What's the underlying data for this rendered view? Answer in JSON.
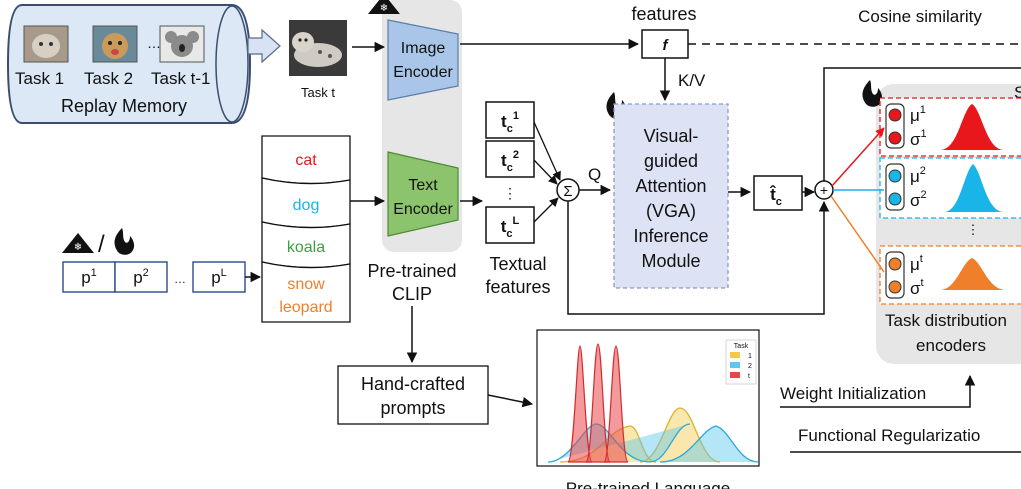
{
  "colors": {
    "memory_fill": "#dce8f6",
    "memory_stroke": "#3c4e6e",
    "image_encoder": "#a9c6e8",
    "text_encoder": "#8cc46d",
    "clip_panel": "#e6e6e6",
    "vga_fill": "#dde2f4",
    "dist_panel": "#e6e6e6",
    "task1": "#e8171b",
    "task2": "#19b4e8",
    "taskt": "#ef7f2a",
    "koala": "#3f9e3f",
    "pre_yellow": "#f2c94c",
    "pre_blue": "#5cc8ee",
    "pre_red": "#e8474a"
  },
  "icons": {
    "freeze": "snowflake-triangle-icon",
    "train": "flame-icon"
  },
  "replay_memory": {
    "tasks": [
      "Task 1",
      "Task 2",
      "Task t-1"
    ],
    "ellipsis": "…",
    "title": "Replay Memory"
  },
  "current_task": {
    "label": "Task t"
  },
  "clip": {
    "image_encoder": [
      "Image",
      "Encoder"
    ],
    "text_encoder": [
      "Text",
      "Encoder"
    ],
    "label": [
      "Pre-trained",
      "CLIP"
    ]
  },
  "class_names": [
    {
      "text": "cat",
      "color": "#e8171b"
    },
    {
      "text": "dog",
      "color": "#19b4e8"
    },
    {
      "text": "koala",
      "color": "#3f9e3f"
    },
    {
      "text": "snow",
      "color": "#ef7f2a"
    },
    {
      "text": "leopard",
      "color": "#ef7f2a"
    }
  ],
  "prompts": {
    "cells": [
      "p",
      "p",
      "p"
    ],
    "sups": [
      "1",
      "2",
      "L"
    ],
    "ellipsis": "…",
    "slash": "/"
  },
  "textual": {
    "tokens": [
      {
        "base": "t",
        "sub": "c",
        "sup": "1"
      },
      {
        "base": "t",
        "sub": "c",
        "sup": "2"
      },
      {
        "base": "t",
        "sub": "c",
        "sup": "L"
      }
    ],
    "vdots": "⋮",
    "label": [
      "Textual",
      "features"
    ]
  },
  "image_features": {
    "label": "features",
    "symbol": "f"
  },
  "cosine": "Cosine similarity",
  "kv": "K/V",
  "q": "Q",
  "sum": "Σ",
  "plus": "+",
  "vga": {
    "lines": [
      "Visual-",
      "guided",
      "Attention",
      "(VGA)",
      "Inference",
      "Module"
    ]
  },
  "t_hat": {
    "base": "t̂",
    "sub": "c"
  },
  "distribution": {
    "rows": [
      {
        "mu": "μ",
        "sigma": "σ",
        "sup": "1"
      },
      {
        "mu": "μ",
        "sigma": "σ",
        "sup": "2"
      },
      {
        "mu": "μ",
        "sigma": "σ",
        "sup": "t"
      }
    ],
    "vdots": "⋮",
    "label": [
      "Task distribution",
      "encoders"
    ],
    "corner": "S"
  },
  "hand_crafted": [
    "Hand-crafted",
    "prompts"
  ],
  "legend": {
    "title": "Task",
    "entries": [
      "1",
      "2",
      "t"
    ]
  },
  "weight_init": "Weight Initialization",
  "functional_reg": "Functional Regularizatio",
  "pretrained_language": "Pre-trained Language"
}
